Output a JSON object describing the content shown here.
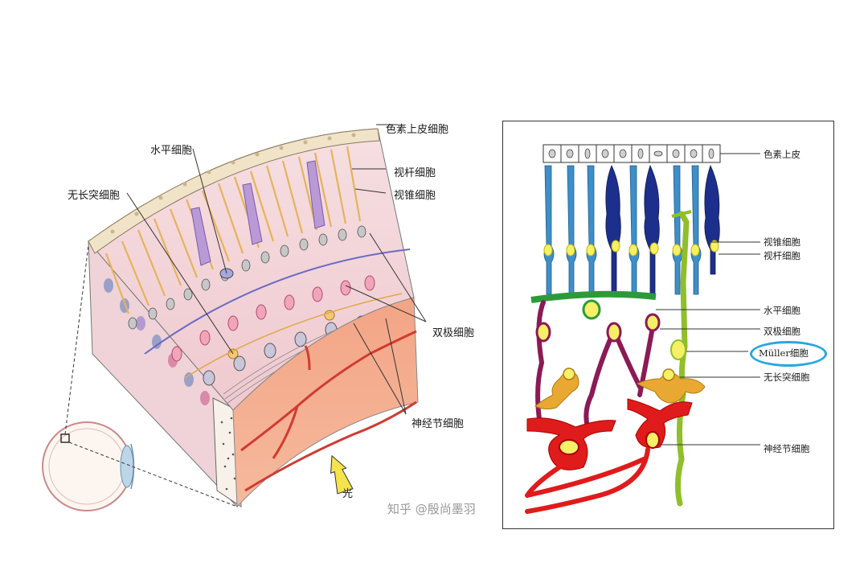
{
  "left_figure": {
    "labels": {
      "pigment_epithelium": "色素上皮细胞",
      "horizontal": "水平细胞",
      "rod": "视杆细胞",
      "amacrine": "无长突细胞",
      "cone": "视锥细胞",
      "bipolar": "双极细胞",
      "ganglion": "神经节细胞",
      "light": "光"
    }
  },
  "right_figure": {
    "labels": {
      "pigment_epithelium": "色素上皮",
      "cone": "视锥细胞",
      "rod": "视杆细胞",
      "horizontal": "水平细胞",
      "bipolar": "双极细胞",
      "muller": "Müller细胞",
      "amacrine": "无长突细胞",
      "ganglion": "神经节细胞"
    },
    "colors": {
      "rod": "#3d8ec9",
      "cone": "#1d2f8c",
      "horizontal": "#2c9a3a",
      "bipolar": "#8b1a55",
      "muller": "#8fbf2a",
      "amacrine": "#e8a832",
      "ganglion": "#e01b1b",
      "nucleus": "#f5f066",
      "highlight_ring": "#2aa6e0"
    }
  },
  "watermark": "知乎 @殷尚墨羽"
}
